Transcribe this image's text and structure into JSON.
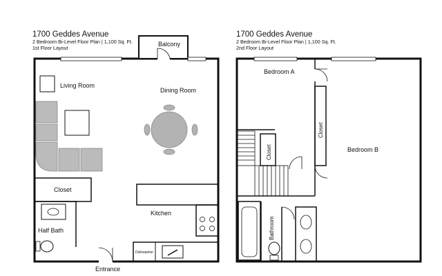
{
  "first_floor": {
    "title": "1700 Geddes Avenue",
    "subtitle": "2 Bedroom Bi-Level Floor Plan | 1,100 Sq. Ft.",
    "floor": "1st Floor Layout",
    "rooms": {
      "balcony": "Balcony",
      "living_room": "Living Room",
      "dining_room": "Dining Room",
      "closet": "Closet",
      "half_bath": "Half Bath",
      "kitchen": "Kitchen",
      "dishwasher": "Dishwasher",
      "entrance": "Entrance"
    }
  },
  "second_floor": {
    "title": "1700 Geddes Avenue",
    "subtitle": "2 Bedroom Bi-Level Floor Plan | 1,100 Sq. Ft.",
    "floor": "2nd Floor Layout",
    "rooms": {
      "bedroom_a": "Bedroom A",
      "bedroom_b": "Bedroom B",
      "closet_stair": "Closet",
      "closet_hall": "Closet",
      "bathroom": "Bathroom"
    }
  }
}
